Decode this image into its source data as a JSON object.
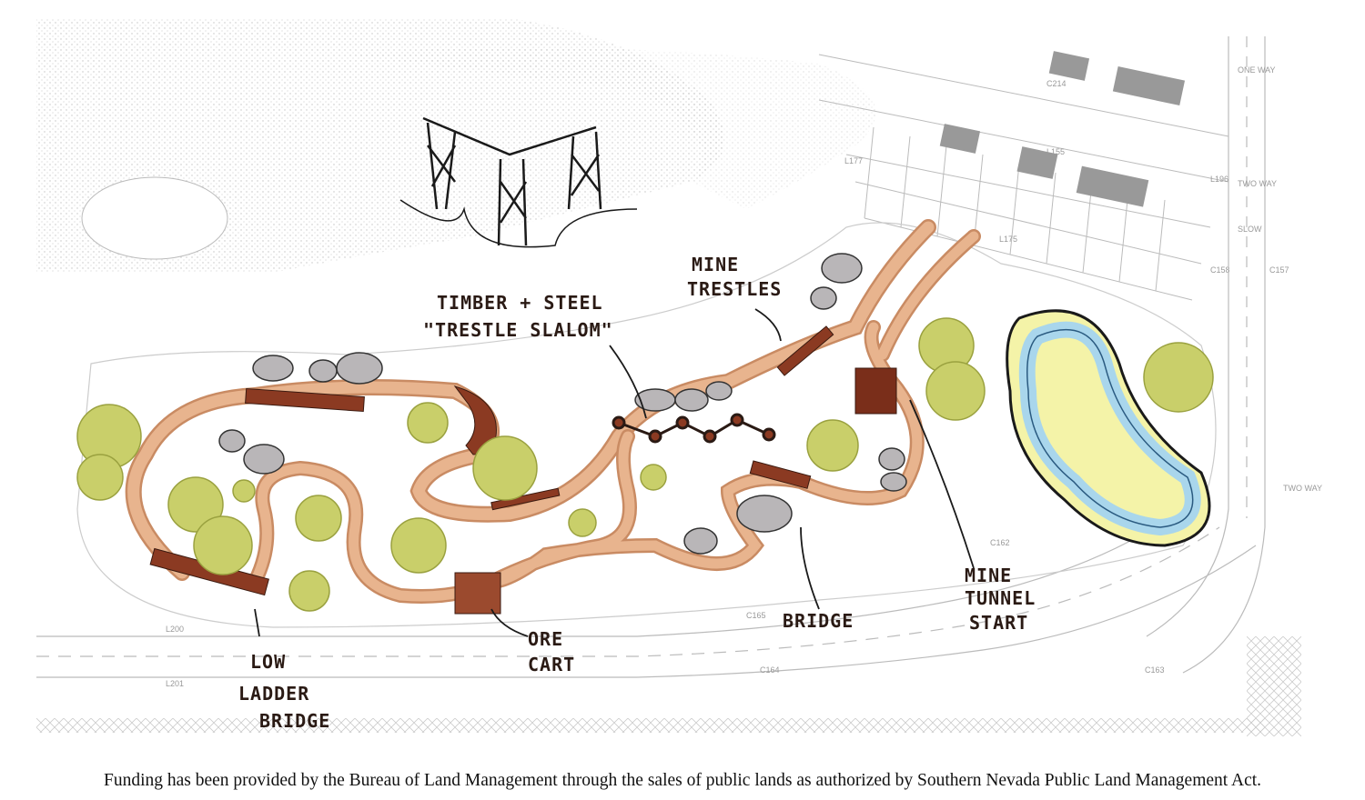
{
  "labels": {
    "trestle_slalom_line1": "TIMBER + STEEL",
    "trestle_slalom_line2": "\"TRESTLE SLALOM\"",
    "mine_trestles_line1": "MINE",
    "mine_trestles_line2": "TRESTLES",
    "low_ladder_line1": "LOW",
    "low_ladder_line2": "LADDER",
    "low_ladder_line3": "BRIDGE",
    "ore_cart_line1": "ORE",
    "ore_cart_line2": "CART",
    "bridge": "BRIDGE",
    "mine_tunnel_line1": "MINE",
    "mine_tunnel_line2": "TUNNEL",
    "mine_tunnel_line3": "START"
  },
  "cad_labels": {
    "two_way_1": "TWO WAY",
    "two_way_2": "TWO WAY",
    "slow": "SLOW",
    "one_way": "ONE WAY",
    "l200": "L200",
    "l201": "L201",
    "c163": "C163",
    "c164": "C164",
    "c165": "C165",
    "c162": "C162",
    "l175": "L175",
    "l177": "L177",
    "l155": "L155",
    "c214": "C214",
    "l196": "L196",
    "c158": "C158",
    "c157": "C157"
  },
  "colors": {
    "path": "#e8b48e",
    "path_edge": "#c98b63",
    "tree": "#c9cf6a",
    "rock": "#b9b6b8",
    "timber": "#8b3a22",
    "water": "#a9d6ec"
  },
  "caption": "Funding has been provided by the Bureau of Land Management through the sales of public lands as authorized by Southern Nevada Public Land Management Act."
}
